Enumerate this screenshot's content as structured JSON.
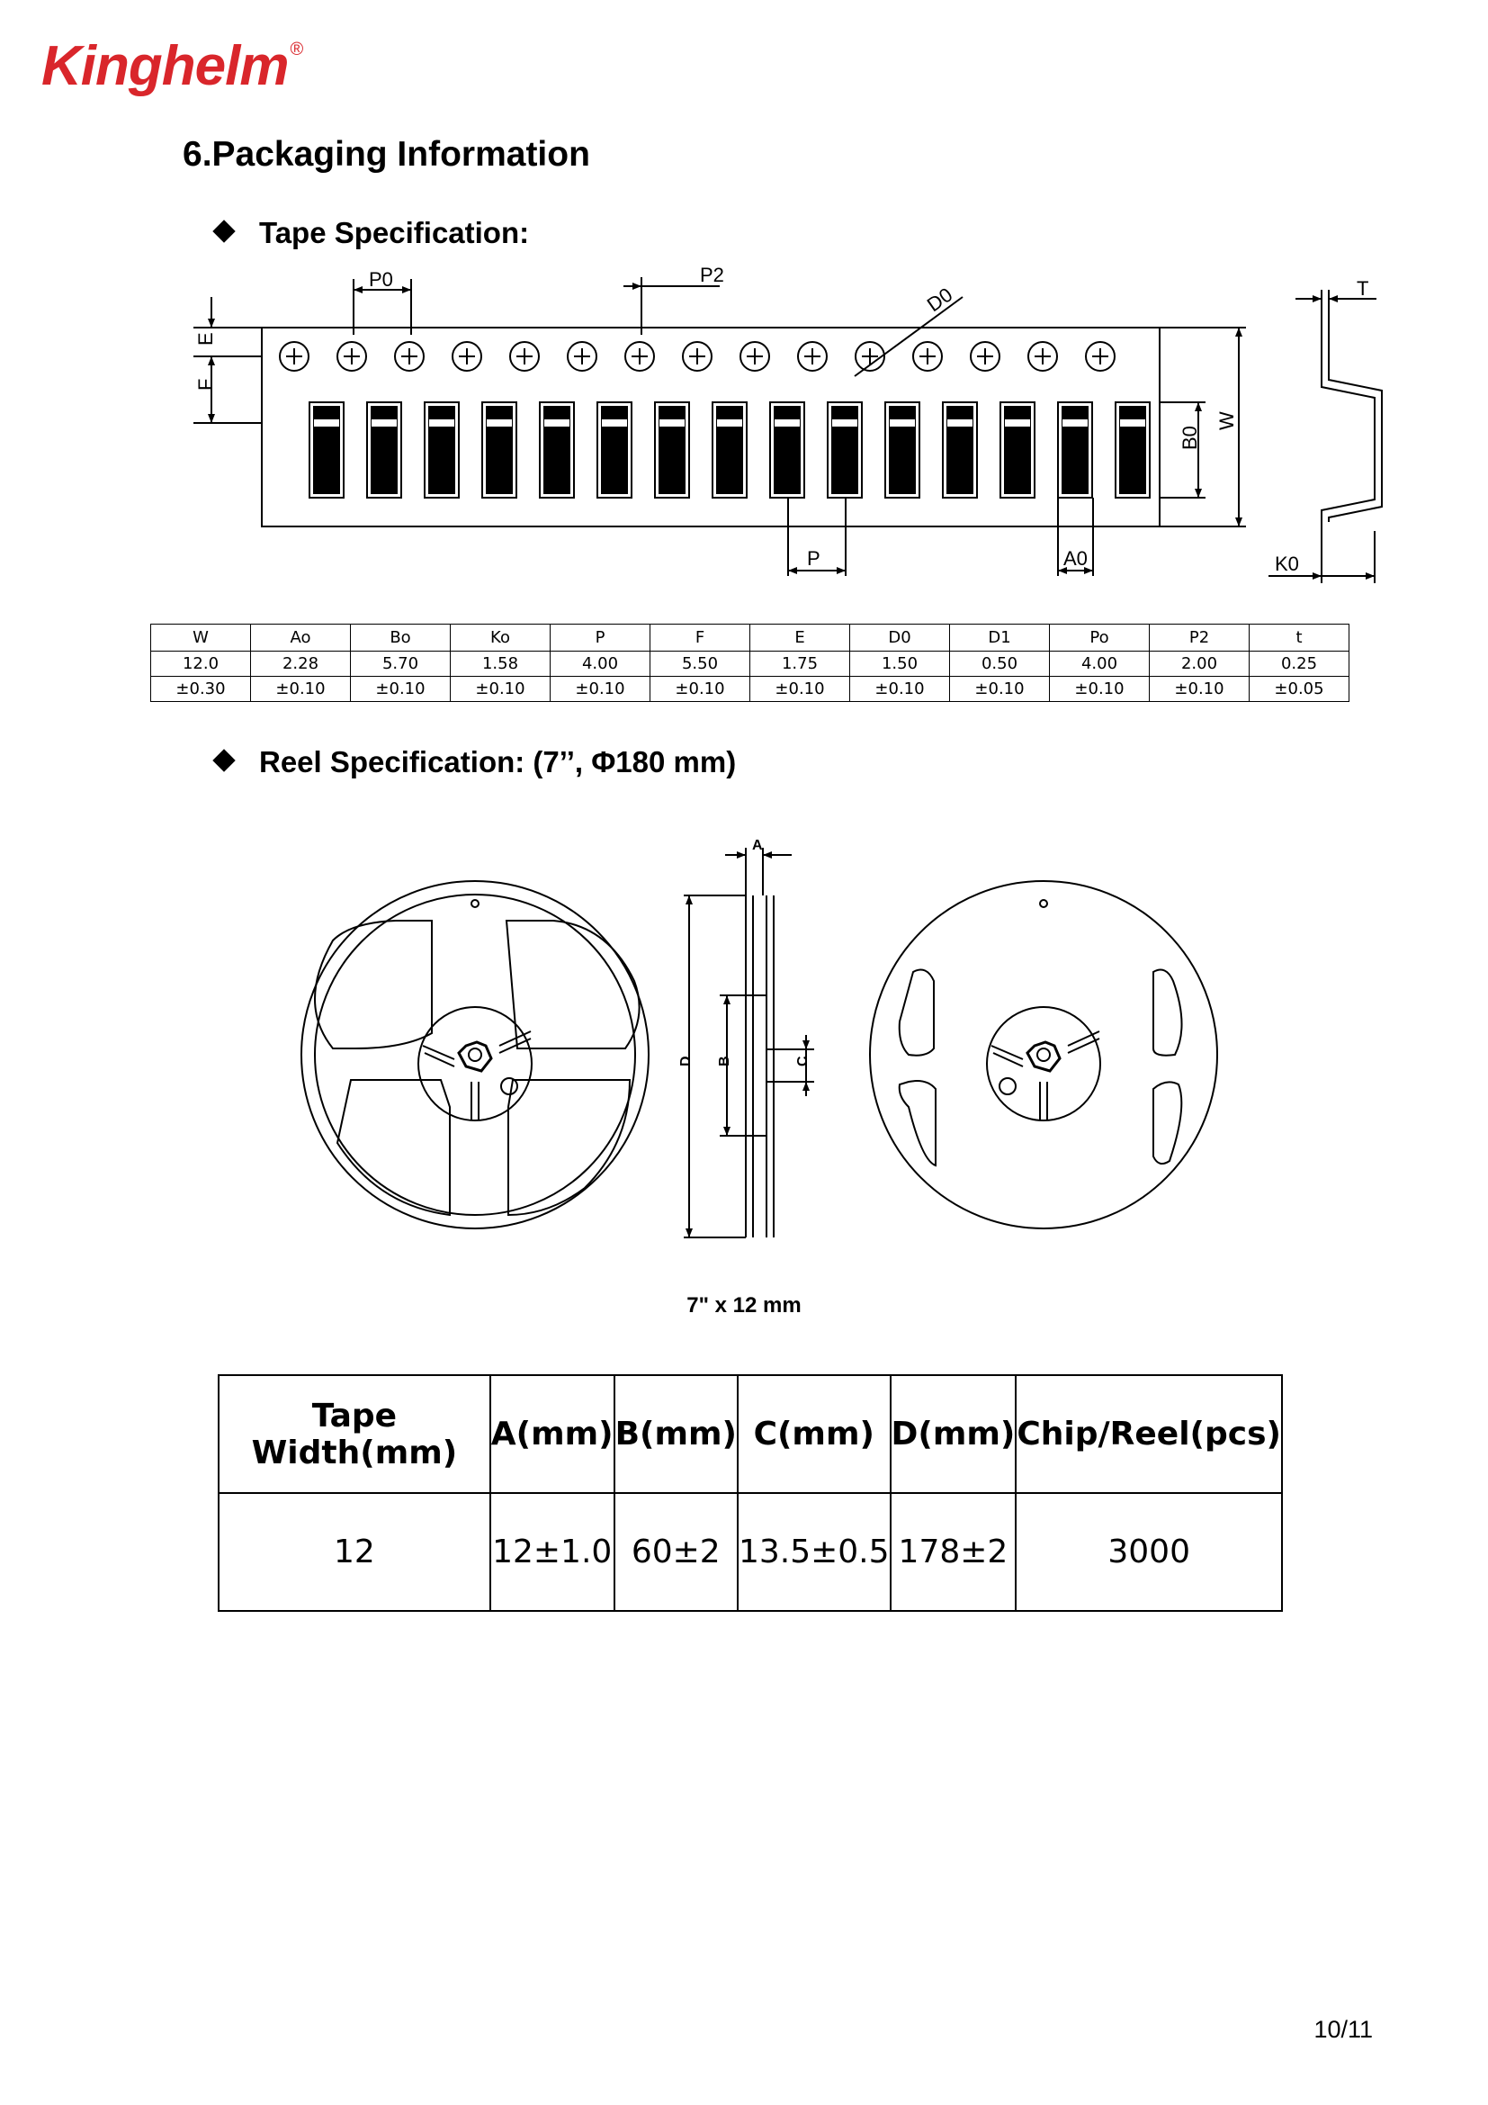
{
  "brand": {
    "logo_text": "Kinghelm",
    "registered_mark": "®",
    "color": "#d9262b"
  },
  "section_title": "6.Packaging Information",
  "tape_spec": {
    "heading": "Tape Specification:",
    "diagram_labels": {
      "p0": "P0",
      "p2": "P2",
      "d0": "D0",
      "t": "T",
      "e": "E",
      "f": "F",
      "b0": "B0",
      "w": "W",
      "p": "P",
      "a0": "A0",
      "k0": "K0"
    },
    "table": {
      "headers": [
        "W",
        "Ao",
        "Bo",
        "Ko",
        "P",
        "F",
        "E",
        "D0",
        "D1",
        "Po",
        "P2",
        "t"
      ],
      "values": [
        "12.0",
        "2.28",
        "5.70",
        "1.58",
        "4.00",
        "5.50",
        "1.75",
        "1.50",
        "0.50",
        "4.00",
        "2.00",
        "0.25"
      ],
      "tolerances": [
        "±0.30",
        "±0.10",
        "±0.10",
        "±0.10",
        "±0.10",
        "±0.10",
        "±0.10",
        "±0.10",
        "±0.10",
        "±0.10",
        "±0.10",
        "±0.05"
      ]
    }
  },
  "reel_spec": {
    "heading": "Reel Specification: (7’’, Φ180 mm)",
    "diagram_labels": {
      "a": "A",
      "b": "B",
      "c": "C",
      "d": "D"
    },
    "caption": "7\" x 12 mm",
    "table": {
      "headers": [
        "Tape Width(mm)",
        "A(mm)",
        "B(mm)",
        "C(mm)",
        "D(mm)",
        "Chip/Reel(pcs)"
      ],
      "values": [
        "12",
        "12±1.0",
        "60±2",
        "13.5±0.5",
        "178±2",
        "3000"
      ]
    }
  },
  "page_number": "10/11"
}
